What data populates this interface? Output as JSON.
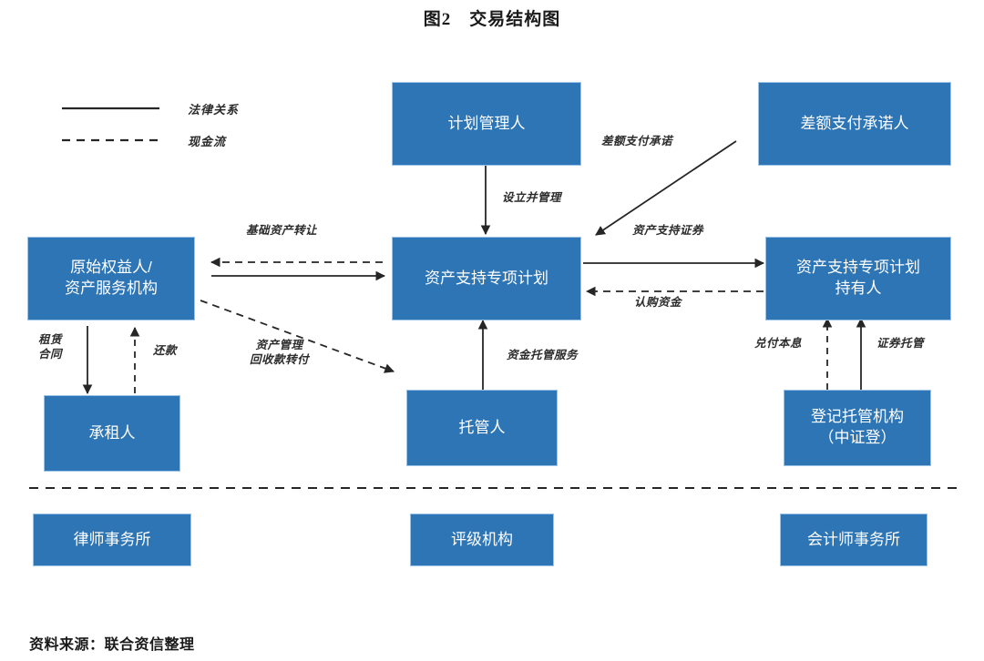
{
  "title": "图2　交易结构图",
  "source": "资料来源：联合资信整理",
  "colors": {
    "box_fill": "#2E75B6",
    "box_border": "#9DC3E6",
    "line": "#262626",
    "text": "#1a1a1a"
  },
  "legend": [
    {
      "style": "solid",
      "label": "法律关系"
    },
    {
      "style": "dashed",
      "label": "现金流"
    }
  ],
  "nodes": [
    {
      "id": "plan-manager",
      "label": "计划管理人"
    },
    {
      "id": "difference-payer",
      "label": "差额支付承诺人"
    },
    {
      "id": "originator",
      "label": "原始权益人/\n资产服务机构"
    },
    {
      "id": "abs-plan",
      "label": "资产支持专项计划"
    },
    {
      "id": "abs-holder",
      "label": "资产支持专项计划\n持有人"
    },
    {
      "id": "lessee",
      "label": "承租人"
    },
    {
      "id": "custodian",
      "label": "托管人"
    },
    {
      "id": "registry",
      "label": "登记托管机构\n（中证登）"
    },
    {
      "id": "law-firm",
      "label": "律师事务所"
    },
    {
      "id": "rating-agency",
      "label": "评级机构"
    },
    {
      "id": "accounting-firm",
      "label": "会计师事务所"
    }
  ],
  "edges": [
    {
      "id": "e-setup",
      "label": "设立并管理",
      "style": "solid",
      "from": "plan-manager",
      "to": "abs-plan"
    },
    {
      "id": "e-asset-transfer",
      "label": "基础资产转让",
      "style": "solid",
      "from": "originator",
      "to": "abs-plan"
    },
    {
      "id": "e-asset-payment",
      "label": "",
      "style": "dashed",
      "from": "abs-plan",
      "to": "originator"
    },
    {
      "id": "e-diff-promise",
      "label": "差额支付承诺",
      "style": "solid",
      "from": "difference-payer",
      "to": "abs-plan"
    },
    {
      "id": "e-abs-security",
      "label": "资产支持证券",
      "style": "solid",
      "from": "abs-plan",
      "to": "abs-holder"
    },
    {
      "id": "e-subscription",
      "label": "认购资金",
      "style": "dashed",
      "from": "abs-holder",
      "to": "abs-plan"
    },
    {
      "id": "e-lease",
      "label": "租赁\n合同",
      "style": "solid",
      "from": "originator",
      "to": "lessee"
    },
    {
      "id": "e-repayment",
      "label": "还款",
      "style": "dashed",
      "from": "lessee",
      "to": "originator"
    },
    {
      "id": "e-recovery",
      "label": "资产管理\n回收款转付",
      "style": "dashed",
      "from": "originator",
      "to": "custodian"
    },
    {
      "id": "e-fund-custody",
      "label": "资金托管服务",
      "style": "solid",
      "from": "custodian",
      "to": "abs-plan"
    },
    {
      "id": "e-principal",
      "label": "兑付本息",
      "style": "dashed",
      "from": "registry",
      "to": "abs-holder"
    },
    {
      "id": "e-security-trust",
      "label": "证券托管",
      "style": "solid",
      "from": "registry",
      "to": "abs-holder"
    }
  ]
}
